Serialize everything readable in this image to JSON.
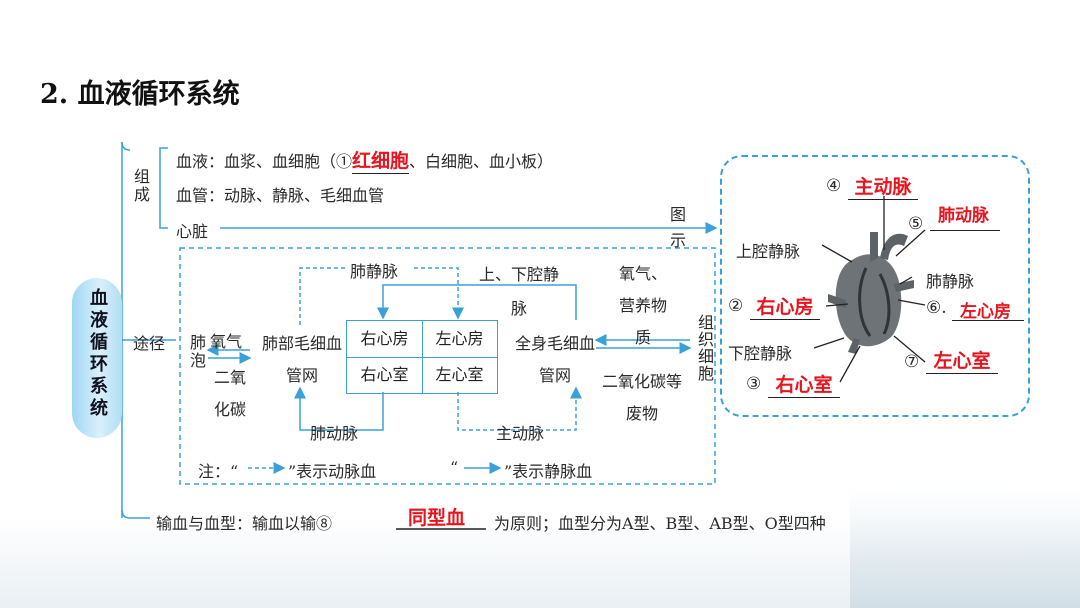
{
  "title": "2. 血液循环系统",
  "main_label": "血液循环系统",
  "zucheng_label": "组成",
  "xueye": {
    "prefix": "血液：血浆、血细胞（①",
    "answer1": "红细胞",
    "suffix": "、白细胞、血小板）"
  },
  "xueguan": "血管：动脉、静脉、毛细血管",
  "xinzang": "心脏",
  "tushi": "图示",
  "tujing_label": "途径",
  "pulmonary": {
    "feipao": "肺泡",
    "oxygen": "氧气",
    "co2": "二氧化碳",
    "capillary": "肺部毛细血管网",
    "feijingmai": "肺静脉",
    "feidongmai": "肺动脉"
  },
  "heart_grid": {
    "rf": "右心房",
    "lf": "左心房",
    "rs": "右心室",
    "ls": "左心室"
  },
  "systemic": {
    "vena_cava": "上、下腔静脉",
    "capillary": "全身毛细血管网",
    "aorta": "主动脉",
    "nutrients": "氧气、营养物质",
    "waste": "二氧化碳等废物",
    "tissue": "组织细胞"
  },
  "note": {
    "prefix": "注：“",
    "dashed_desc": "”表示动脉血",
    "quote_open": "“",
    "solid_desc": "”表示静脉血"
  },
  "heart_labels": {
    "n4": "④",
    "a4": "主动脉",
    "n5": "⑤",
    "a5": "肺动脉",
    "upper": "上腔静脉",
    "pulmonary_vein": "肺静脉",
    "n2": "②",
    "a2": "右心房",
    "n6": "⑥.",
    "a6": "左心房",
    "lower": "下腔静脉",
    "n7": "⑦",
    "a7": "左心室",
    "n3": "③",
    "a3": "右心室"
  },
  "transfusion": {
    "prefix": "输血与血型：输血以输⑧",
    "answer8": "同型血",
    "suffix": "为原则；血型分为A型、B型、AB型、O型四种"
  },
  "colors": {
    "accent": "#3aa0d8",
    "answer": "#e8141e"
  }
}
